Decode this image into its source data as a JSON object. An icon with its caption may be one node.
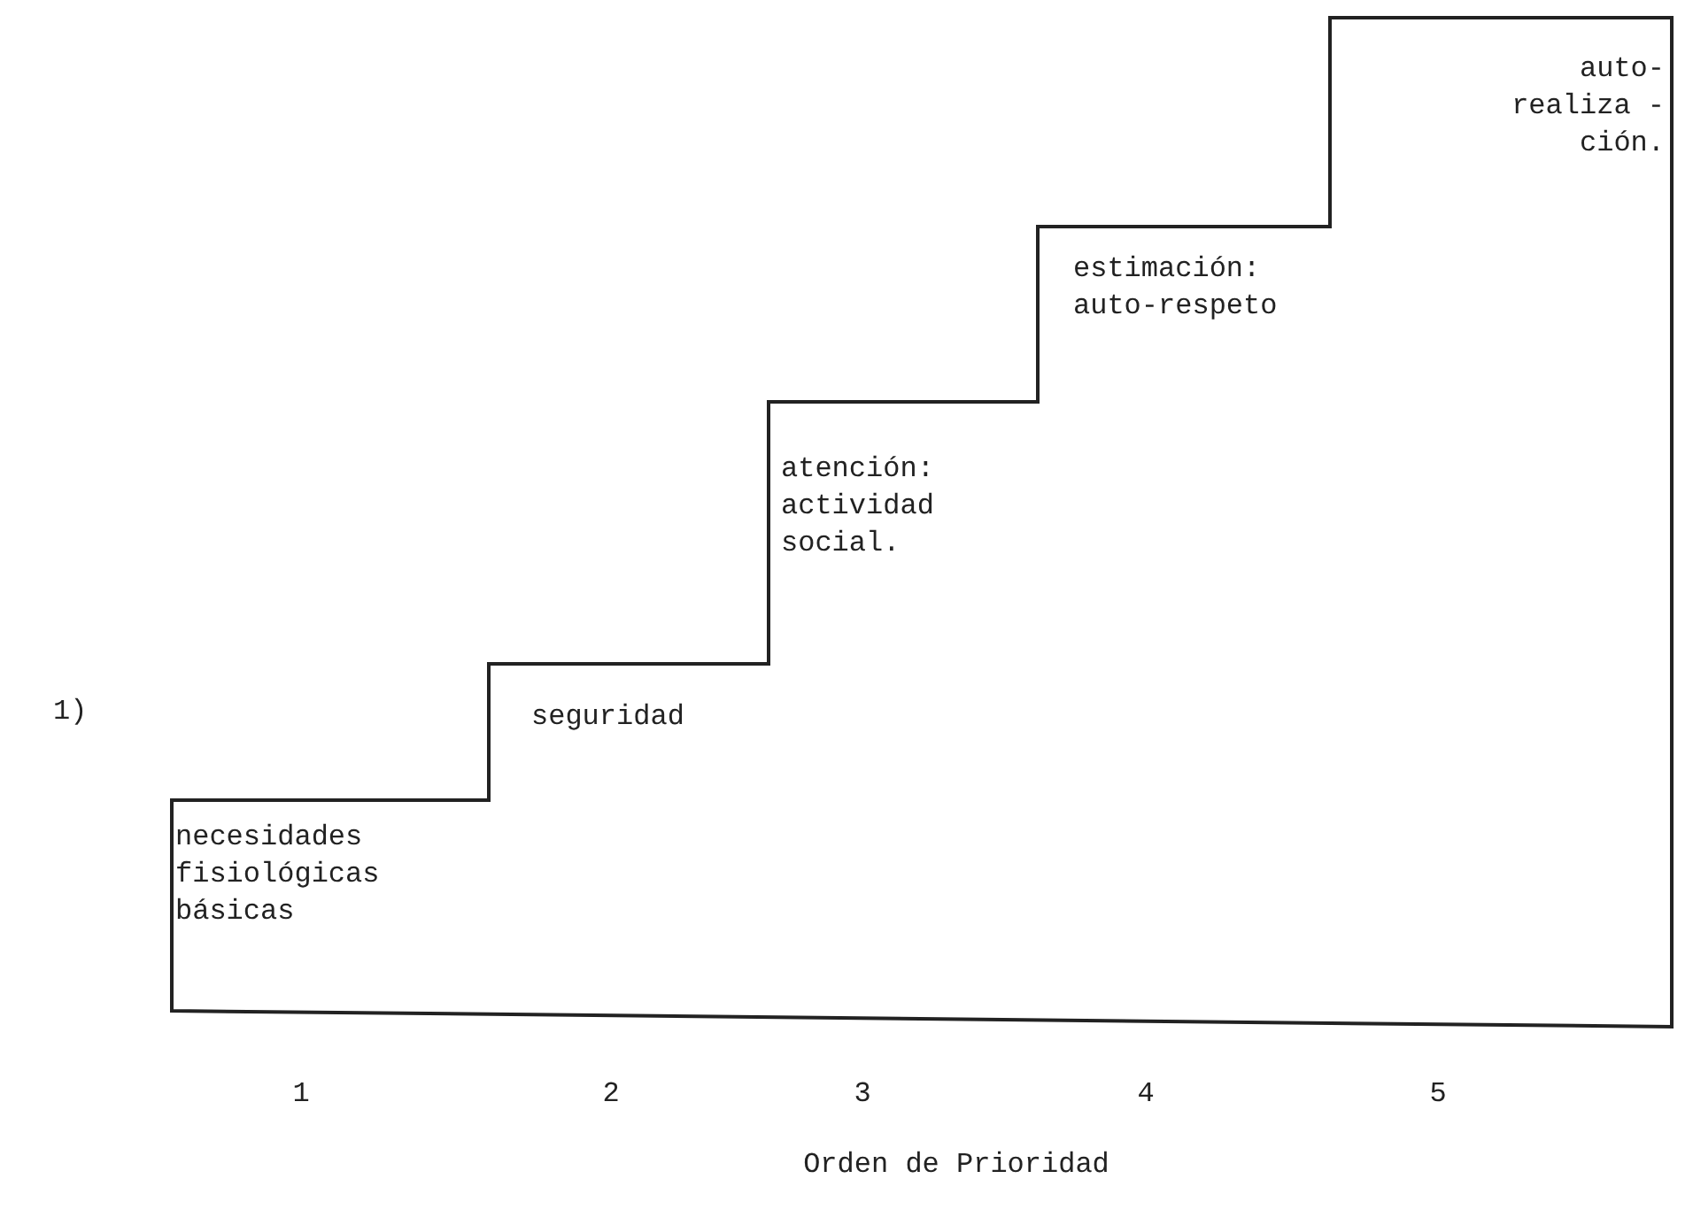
{
  "diagram": {
    "nodes": [
      {
        "text": [
          "necesidades fisiológicas básicas",
          "seguridad",
          "atención: actividad social.",
          "estimación: auto-respeto",
          "auto- realiza - ción."
        ]
      }
    ],
    "labels": [
      "1)",
      "1",
      "2",
      "3",
      "4",
      "5",
      "Orden de Prioridad"
    ]
  }
}
